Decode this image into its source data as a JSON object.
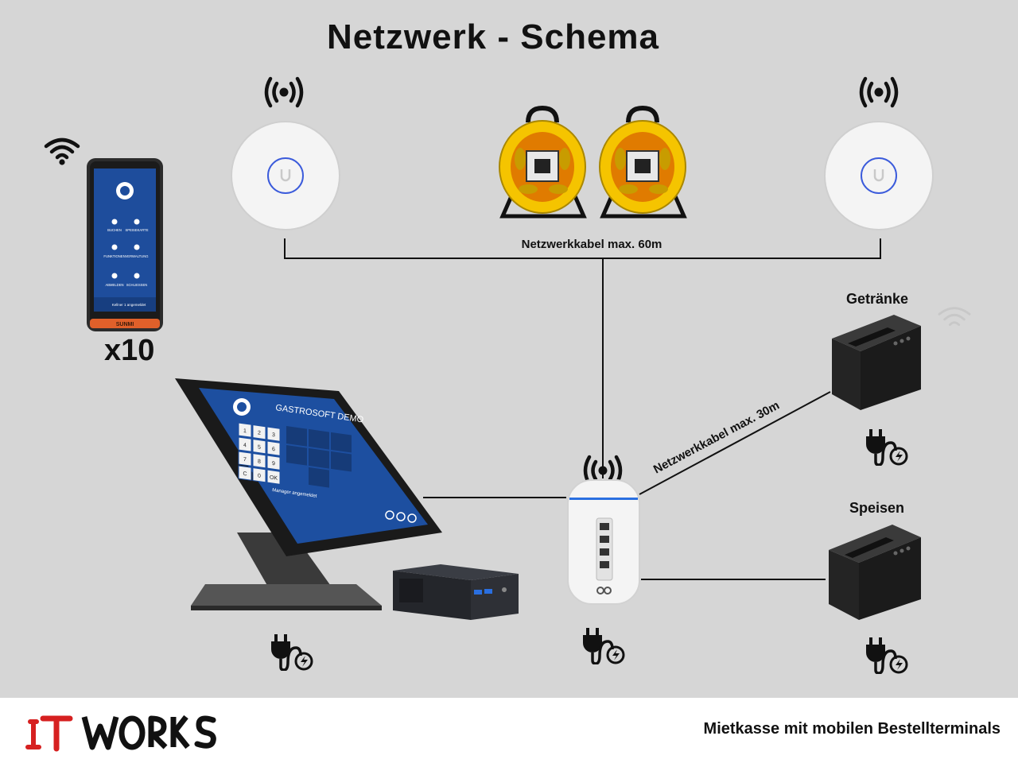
{
  "title": "Netzwerk - Schema",
  "labels": {
    "cable_60m": "Netzwerkkabel max. 60m",
    "cable_30m": "Netzwerkkabel max. 30m",
    "printer_drinks": "Getränke",
    "printer_food": "Speisen",
    "handheld_count": "x10"
  },
  "handheld_screen": {
    "tiles": [
      "BUCHEN",
      "SPEISEKARTE",
      "FUNKTIONEN",
      "VERWALTUNG",
      "ABMELDEN",
      "SCHLIESSEN"
    ],
    "status": "Kellner 1 angemeldet",
    "brand": "SUNMI"
  },
  "pos_screen": {
    "header": "GASTROSOFT DEMO",
    "keypad": [
      "1",
      "2",
      "3",
      "4",
      "5",
      "6",
      "7",
      "8",
      "9",
      "C",
      "0",
      "OK"
    ],
    "status": "Manager angemeldet"
  },
  "footer": {
    "logo": "IT WORKS",
    "tagline": "Mietkasse mit mobilen Bestellterminals"
  },
  "colors": {
    "background": "#d6d6d6",
    "screen_blue": "#1d4fa0",
    "reel_yellow": "#f5c400",
    "logo_red": "#d62020"
  },
  "icons": {
    "wifi": "wifi-icon",
    "signal": "wireless-signal-icon",
    "power": "power-plug-icon"
  }
}
